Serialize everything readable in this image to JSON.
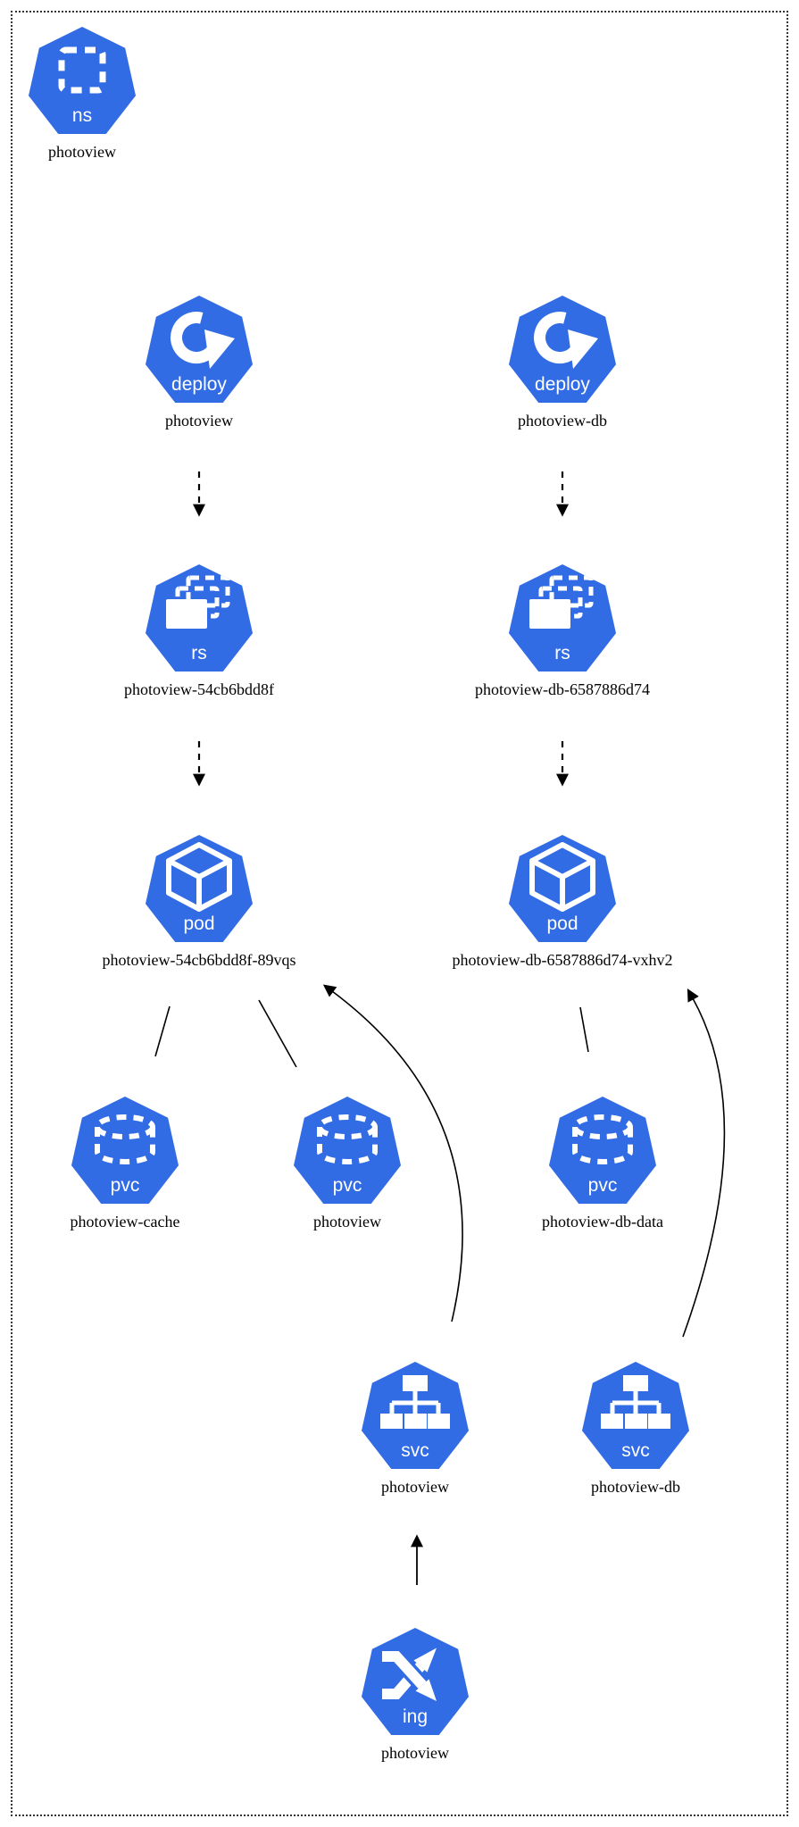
{
  "diagram": {
    "type": "kubernetes-resource-diagram",
    "namespace": "photoview",
    "colors": {
      "kubernetes_blue": "#326CE5",
      "icon_glyph": "#FFFFFF",
      "edge": "#000000",
      "label_text": "#000000",
      "boundary": "#333333"
    }
  },
  "nodes": [
    {
      "kind": "ns",
      "label": "photoview"
    },
    {
      "kind": "deploy",
      "label": "photoview"
    },
    {
      "kind": "deploy",
      "label": "photoview-db"
    },
    {
      "kind": "rs",
      "label": "photoview-54cb6bdd8f"
    },
    {
      "kind": "rs",
      "label": "photoview-db-6587886d74"
    },
    {
      "kind": "pod",
      "label": "photoview-54cb6bdd8f-89vqs"
    },
    {
      "kind": "pod",
      "label": "photoview-db-6587886d74-vxhv2"
    },
    {
      "kind": "pvc",
      "label": "photoview-cache"
    },
    {
      "kind": "pvc",
      "label": "photoview"
    },
    {
      "kind": "pvc",
      "label": "photoview-db-data"
    },
    {
      "kind": "svc",
      "label": "photoview"
    },
    {
      "kind": "svc",
      "label": "photoview-db"
    },
    {
      "kind": "ing",
      "label": "photoview"
    }
  ],
  "edges": [
    {
      "from": "deploy/photoview",
      "to": "rs/photoview-54cb6bdd8f",
      "style": "dashed-arrow"
    },
    {
      "from": "deploy/photoview-db",
      "to": "rs/photoview-db-6587886d74",
      "style": "dashed-arrow"
    },
    {
      "from": "rs/photoview-54cb6bdd8f",
      "to": "pod/photoview-54cb6bdd8f-89vqs",
      "style": "dashed-arrow"
    },
    {
      "from": "rs/photoview-db-6587886d74",
      "to": "pod/photoview-db-6587886d74-vxhv2",
      "style": "dashed-arrow"
    },
    {
      "from": "pod/photoview-54cb6bdd8f-89vqs",
      "to": "pvc/photoview-cache",
      "style": "line"
    },
    {
      "from": "pod/photoview-54cb6bdd8f-89vqs",
      "to": "pvc/photoview",
      "style": "line"
    },
    {
      "from": "pod/photoview-db-6587886d74-vxhv2",
      "to": "pvc/photoview-db-data",
      "style": "line"
    },
    {
      "from": "svc/photoview",
      "to": "pod/photoview-54cb6bdd8f-89vqs",
      "style": "curved-arrow"
    },
    {
      "from": "svc/photoview-db",
      "to": "pod/photoview-db-6587886d74-vxhv2",
      "style": "curved-arrow"
    },
    {
      "from": "ing/photoview",
      "to": "svc/photoview",
      "style": "arrow"
    }
  ]
}
